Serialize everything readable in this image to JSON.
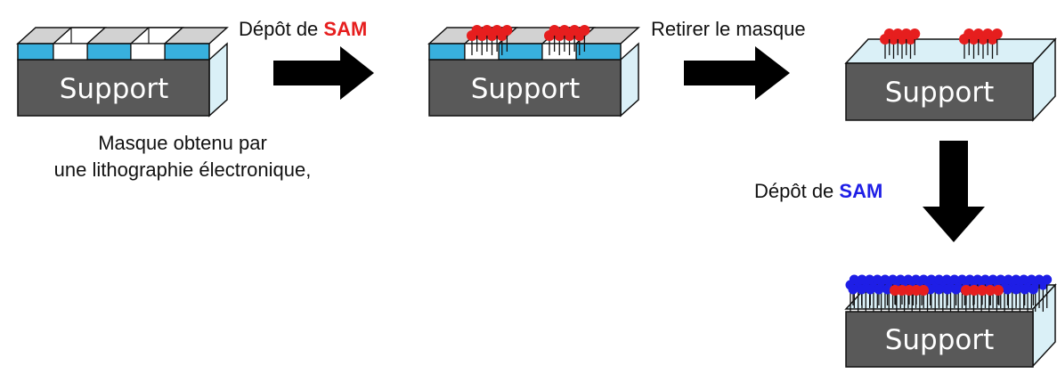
{
  "support_label": "Support",
  "steps": {
    "step1_label": "Dépôt de ",
    "step1_highlight": "SAM",
    "step2_label": "Retirer le masque",
    "step3_label": "Dépôt de ",
    "step3_highlight": "SAM"
  },
  "caption": {
    "line1": "Masque obtenu par",
    "line2": "une lithographie électronique,"
  },
  "colors": {
    "support": "#595959",
    "support_side": "#daf0f7",
    "mask_blue": "#38b0de",
    "mask_top": "#d2d2d2",
    "sam_red": "#e61e1e",
    "sam_blue": "#1e1ee6",
    "arrow": "#000000"
  }
}
